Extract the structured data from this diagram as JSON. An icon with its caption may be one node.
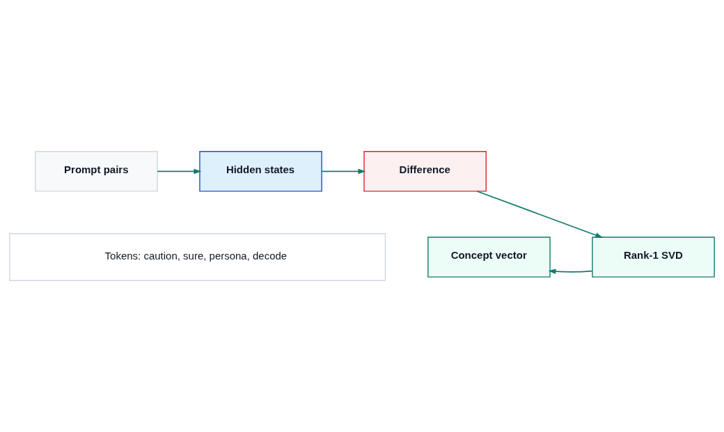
{
  "diagram": {
    "nodes": [
      {
        "text": [
          "Prompt pairs"
        ]
      },
      {
        "text": [
          "Hidden states"
        ]
      },
      {
        "text": [
          "Difference"
        ]
      },
      {
        "text": [
          "Rank-1 SVD"
        ]
      },
      {
        "text": [
          "Concept vector"
        ]
      },
      {
        "text": [
          "Tokens: caution, sure, persona, decode"
        ]
      }
    ],
    "edges": [
      {
        "from": 0,
        "to": 1,
        "arrow": "to"
      },
      {
        "from": 1,
        "to": 2,
        "arrow": "to"
      },
      {
        "from": 2,
        "to": 3,
        "arrow": "to"
      },
      {
        "from": 3,
        "to": 4,
        "arrow": "to"
      }
    ]
  }
}
